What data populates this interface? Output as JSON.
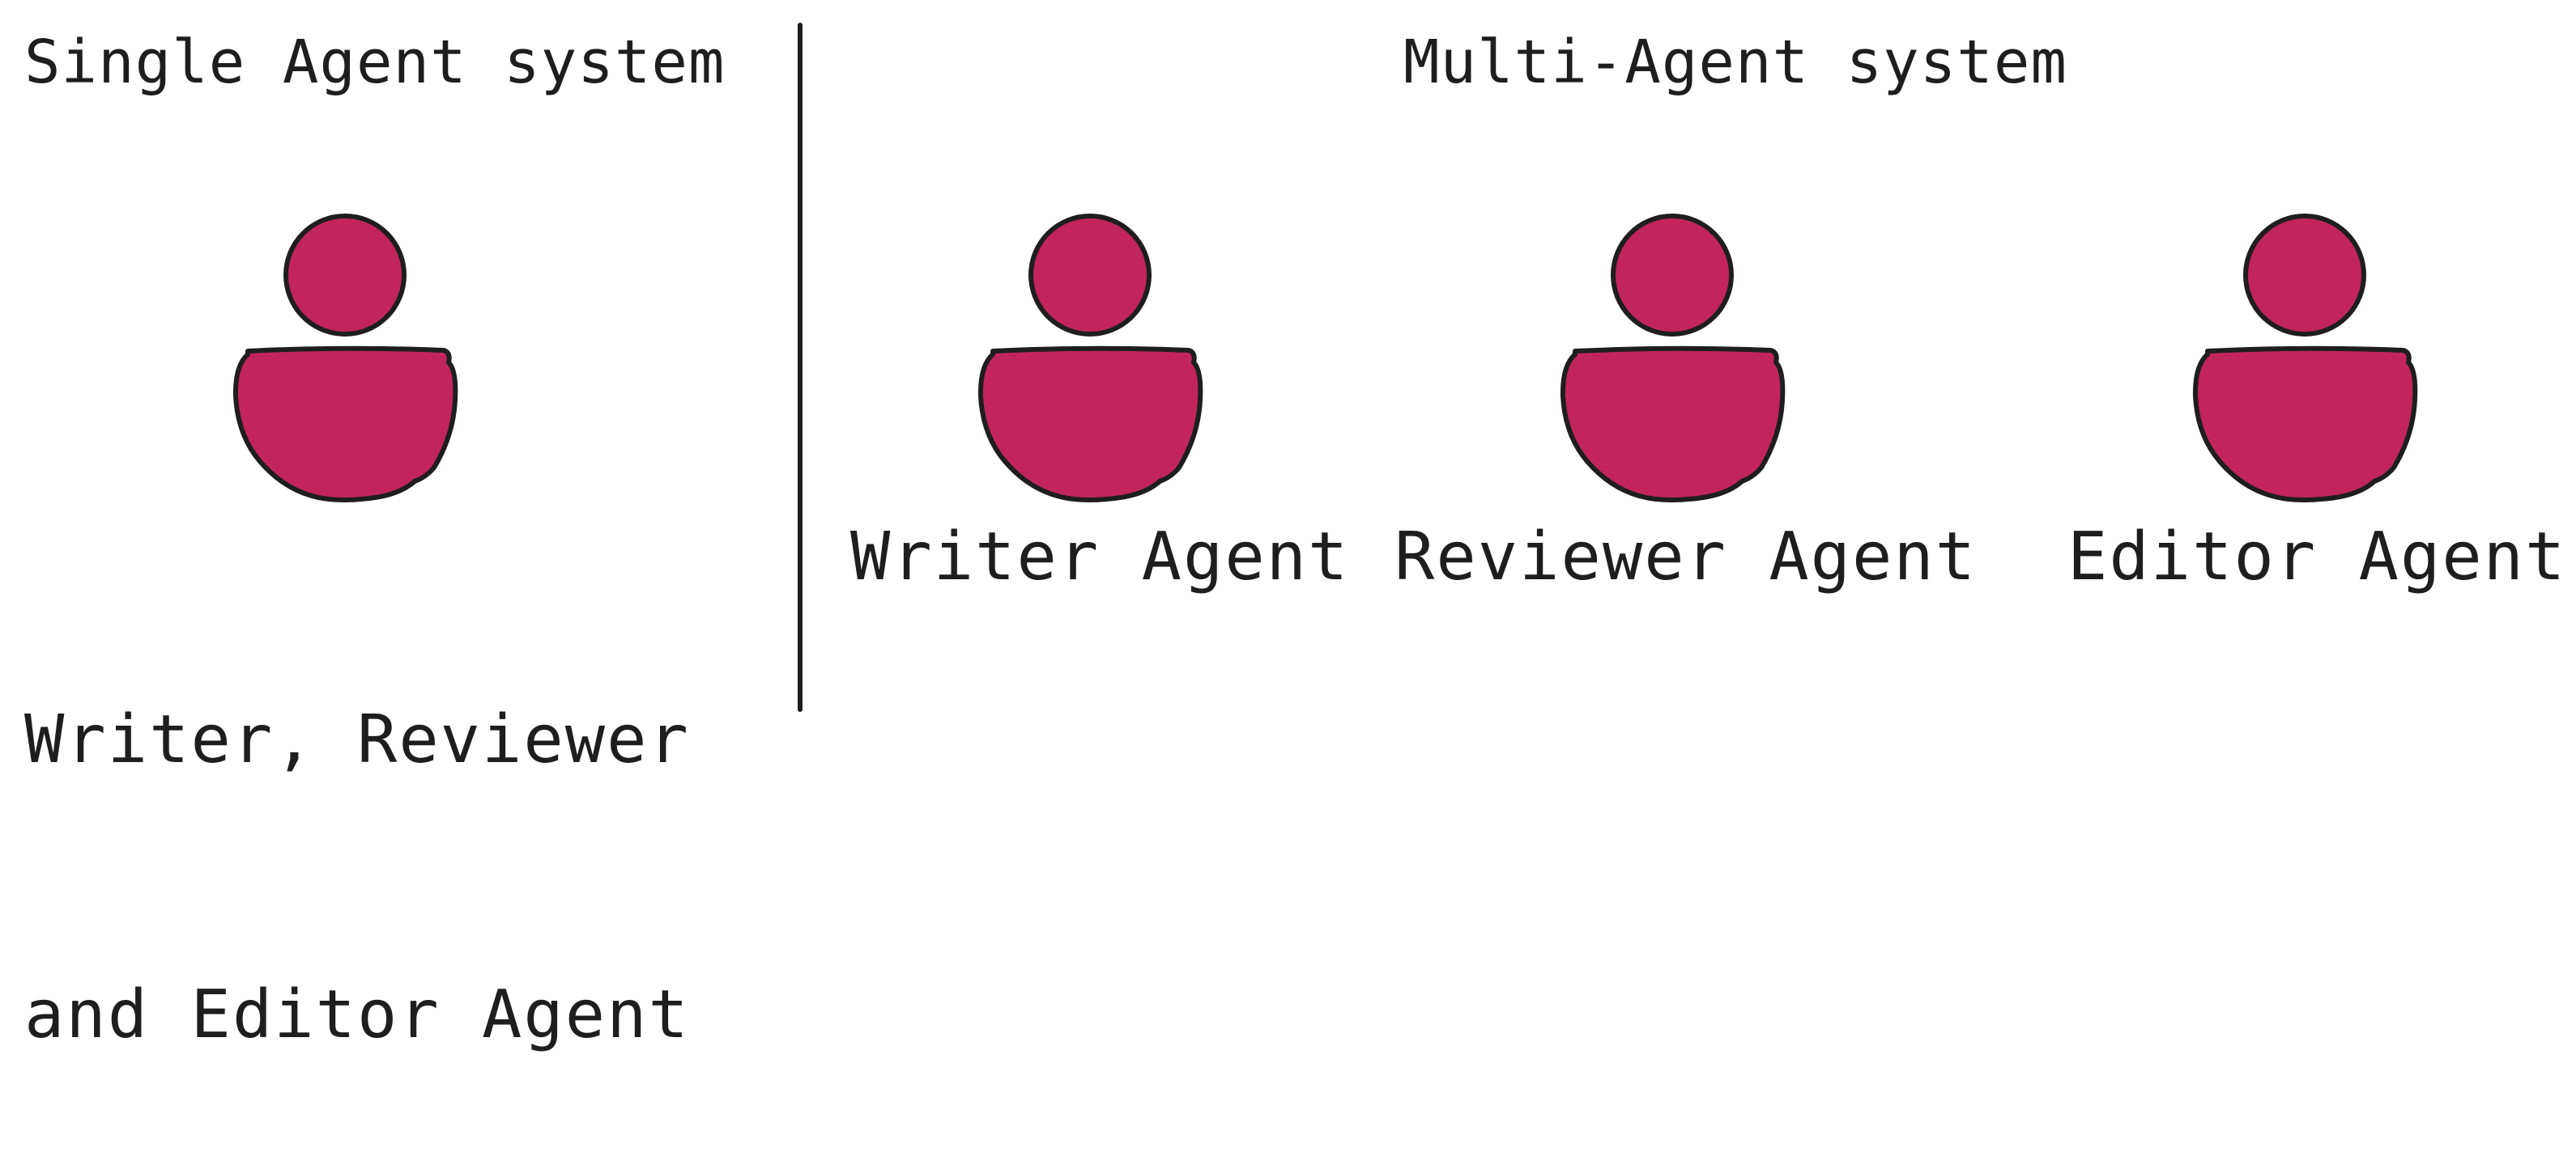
{
  "colors": {
    "figure_fill": "#c2255c",
    "stroke": "#1e1e1e",
    "text": "#1e1e1e",
    "background": "#ffffff"
  },
  "single": {
    "title": "Single Agent system",
    "agent_label_line1": "Writer, Reviewer",
    "agent_label_line2": "and Editor Agent",
    "icon": "person-icon"
  },
  "multi": {
    "title": "Multi-Agent system",
    "agents": [
      {
        "label": "Writer Agent",
        "icon": "person-icon"
      },
      {
        "label": "Reviewer Agent",
        "icon": "person-icon"
      },
      {
        "label": "Editor Agent",
        "icon": "person-icon"
      }
    ]
  }
}
